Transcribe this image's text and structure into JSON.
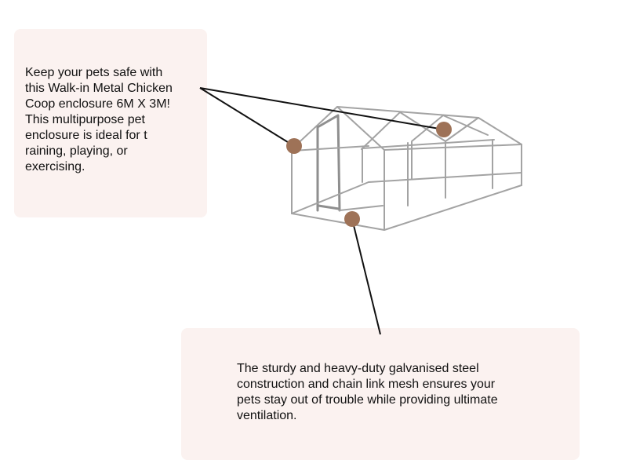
{
  "callouts": {
    "top": {
      "lines": [
        "Keep your pets safe with",
        "this Walk-in Metal Chicken",
        "Coop enclosure 6M X 3M!",
        "This multipurpose pet",
        "enclosure is ideal for t",
        "raining, playing, or",
        "exercising."
      ]
    },
    "bottom": {
      "lines": [
        "The sturdy and heavy-duty galvanised steel",
        "construction and chain link mesh ensures your",
        "pets stay out of trouble while providing ultimate",
        "ventilation."
      ]
    }
  },
  "colors": {
    "callout_bg": "#fbf2f0",
    "marker": "#9e7257",
    "frame": "#a3a3a3",
    "leader": "#111111"
  },
  "product_image": "walk-in-metal-chicken-coop-frame"
}
